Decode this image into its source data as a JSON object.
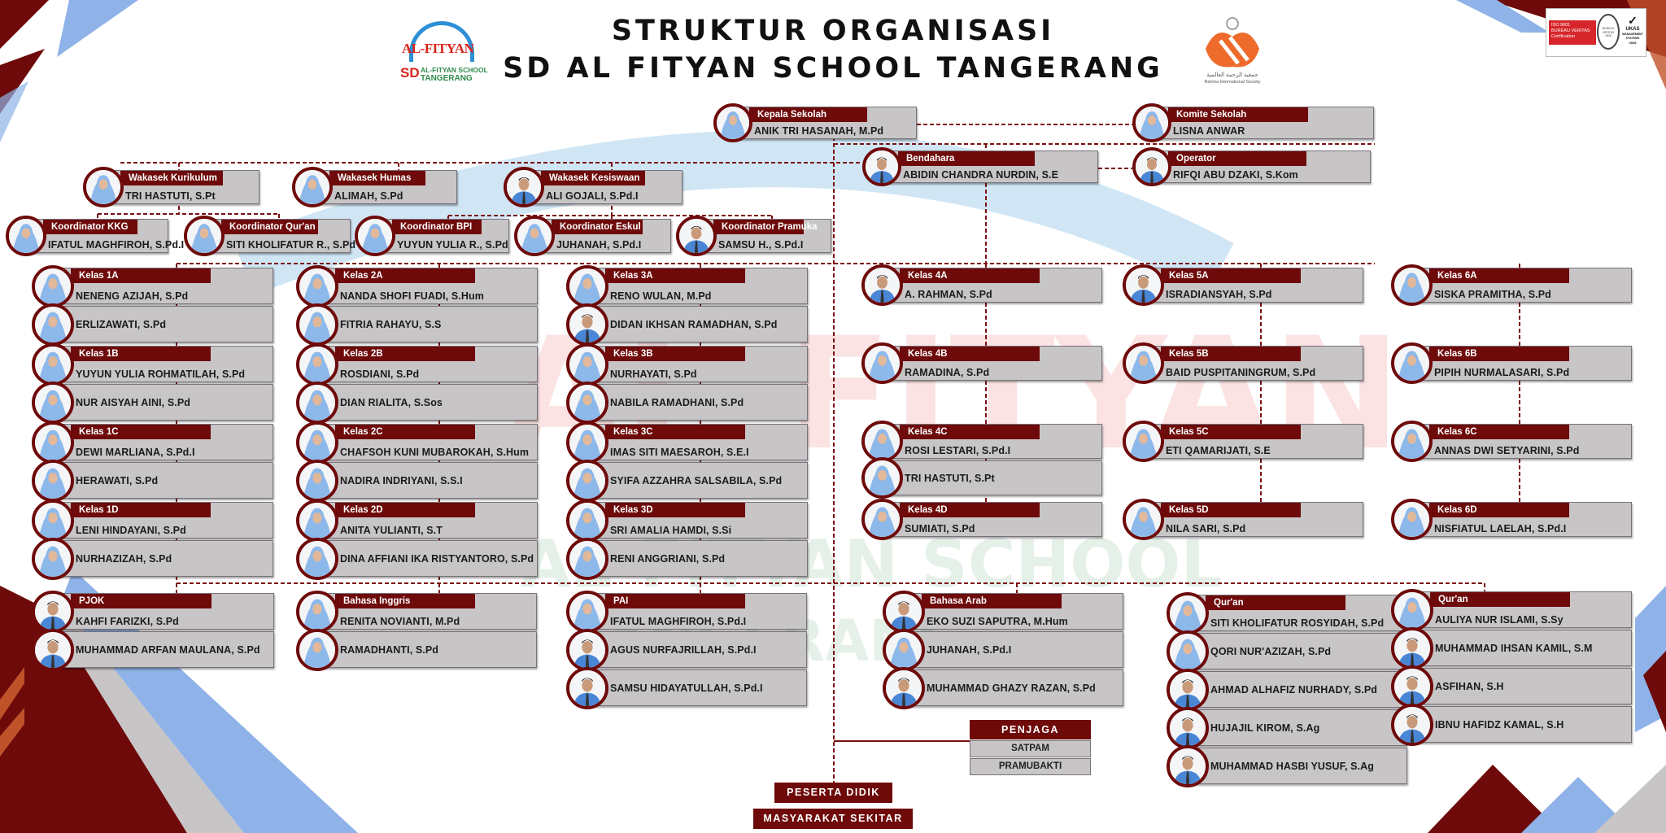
{
  "header": {
    "title_line1": "STRUKTUR ORGANISASI",
    "title_line2": "SD AL FITYAN SCHOOL TANGERANG",
    "logo_left": {
      "name": "AL-FITYAN",
      "sd": "SD",
      "school": "AL-FITYAN SCHOOL",
      "city": "TANGERANG"
    },
    "logo_right": {
      "arabic": "جمعية الرحمة العالمية",
      "latin": "Rahma International Society"
    },
    "iso_badge": {
      "line1": "ISO 9001",
      "line2": "BUREAU VERITAS",
      "line3": "Certification",
      "seal": "BUREAU VERITAS 1828",
      "ukas": "UKAS",
      "ukas_sub": "MANAGEMENT SYSTEMS",
      "code": "0008"
    }
  },
  "watermark": {
    "line1": "AL-FITYAN",
    "line2": "AL-FITYAN SCHOOL",
    "line3": "TANGERANG"
  },
  "groups": [
    {
      "role": "Kepala Sekolah",
      "members": [
        {
          "name": "ANIK TRI HASANAH, M.Pd",
          "g": "f"
        }
      ]
    },
    {
      "role": "Komite Sekolah",
      "members": [
        {
          "name": "LISNA ANWAR",
          "g": "f"
        }
      ]
    },
    {
      "role": "Bendahara",
      "members": [
        {
          "name": "ABIDIN CHANDRA NURDIN, S.E",
          "g": "m"
        }
      ]
    },
    {
      "role": "Operator",
      "members": [
        {
          "name": "RIFQI ABU DZAKI, S.Kom",
          "g": "m"
        }
      ]
    },
    {
      "role": "Wakasek Kurikulum",
      "members": [
        {
          "name": "TRI HASTUTI, S.Pt",
          "g": "f"
        }
      ]
    },
    {
      "role": "Wakasek Humas",
      "members": [
        {
          "name": "ALIMAH, S.Pd",
          "g": "f"
        }
      ]
    },
    {
      "role": "Wakasek Kesiswaan",
      "members": [
        {
          "name": "ALI GOJALI, S.Pd.I",
          "g": "m"
        }
      ]
    },
    {
      "role": "Koordinator KKG",
      "members": [
        {
          "name": "IFATUL MAGHFIROH, S.Pd.I",
          "g": "f"
        }
      ]
    },
    {
      "role": "Koordinator Qur'an",
      "members": [
        {
          "name": "SITI KHOLIFATUR R., S.Pd",
          "g": "f"
        }
      ]
    },
    {
      "role": "Koordinator BPI",
      "members": [
        {
          "name": "YUYUN YULIA R., S.Pd",
          "g": "f"
        }
      ]
    },
    {
      "role": "Koordinator Eskul",
      "members": [
        {
          "name": "JUHANAH, S.Pd.I",
          "g": "f"
        }
      ]
    },
    {
      "role": "Koordinator Pramuka",
      "members": [
        {
          "name": "SAMSU H., S.Pd.I",
          "g": "m"
        }
      ]
    },
    {
      "role": "Kelas 1A",
      "members": [
        {
          "name": "NENENG AZIJAH, S.Pd",
          "g": "f"
        },
        {
          "name": "ERLIZAWATI, S.Pd",
          "g": "f"
        }
      ]
    },
    {
      "role": "Kelas 1B",
      "members": [
        {
          "name": "YUYUN YULIA ROHMATILAH, S.Pd",
          "g": "f"
        },
        {
          "name": "NUR AISYAH AINI, S.Pd",
          "g": "f"
        }
      ]
    },
    {
      "role": "Kelas 1C",
      "members": [
        {
          "name": "DEWI MARLIANA, S.Pd.I",
          "g": "f"
        },
        {
          "name": "HERAWATI, S.Pd",
          "g": "f"
        }
      ]
    },
    {
      "role": "Kelas 1D",
      "members": [
        {
          "name": "LENI HINDAYANI, S.Pd",
          "g": "f"
        },
        {
          "name": "NURHAZIZAH, S.Pd",
          "g": "f"
        }
      ]
    },
    {
      "role": "Kelas 2A",
      "members": [
        {
          "name": "NANDA SHOFI FUADI, S.Hum",
          "g": "f"
        },
        {
          "name": "FITRIA RAHAYU, S.S",
          "g": "f"
        }
      ]
    },
    {
      "role": "Kelas 2B",
      "members": [
        {
          "name": "ROSDIANI, S.Pd",
          "g": "f"
        },
        {
          "name": "DIAN RIALITA, S.Sos",
          "g": "f"
        }
      ]
    },
    {
      "role": "Kelas 2C",
      "members": [
        {
          "name": "CHAFSOH KUNI MUBAROKAH, S.Hum",
          "g": "f"
        },
        {
          "name": "NADIRA INDRIYANI, S.S.I",
          "g": "f"
        }
      ]
    },
    {
      "role": "Kelas 2D",
      "members": [
        {
          "name": "ANITA YULIANTI, S.T",
          "g": "f"
        },
        {
          "name": "DINA AFFIANI IKA RISTYANTORO, S.Pd",
          "g": "f"
        }
      ]
    },
    {
      "role": "Kelas 3A",
      "members": [
        {
          "name": "RENO WULAN, M.Pd",
          "g": "f"
        },
        {
          "name": "DIDAN IKHSAN RAMADHAN, S.Pd",
          "g": "m"
        }
      ]
    },
    {
      "role": "Kelas 3B",
      "members": [
        {
          "name": "NURHAYATI, S.Pd",
          "g": "f"
        },
        {
          "name": "NABILA RAMADHANI, S.Pd",
          "g": "f"
        }
      ]
    },
    {
      "role": "Kelas 3C",
      "members": [
        {
          "name": "IMAS SITI MAESAROH, S.E.I",
          "g": "f"
        },
        {
          "name": "SYIFA AZZAHRA SALSABILA, S.Pd",
          "g": "f"
        }
      ]
    },
    {
      "role": "Kelas 3D",
      "members": [
        {
          "name": "SRI AMALIA HAMDI, S.Si",
          "g": "f"
        },
        {
          "name": "RENI ANGGRIANI, S.Pd",
          "g": "f"
        }
      ]
    },
    {
      "role": "Kelas 4A",
      "members": [
        {
          "name": "A. RAHMAN, S.Pd",
          "g": "m"
        }
      ]
    },
    {
      "role": "Kelas 4B",
      "members": [
        {
          "name": "RAMADINA, S.Pd",
          "g": "f"
        }
      ]
    },
    {
      "role": "Kelas 4C",
      "members": [
        {
          "name": "ROSI LESTARI, S.Pd.I",
          "g": "f"
        },
        {
          "name": "TRI HASTUTI, S.Pt",
          "g": "f"
        }
      ]
    },
    {
      "role": "Kelas 4D",
      "members": [
        {
          "name": "SUMIATI, S.Pd",
          "g": "f"
        }
      ]
    },
    {
      "role": "Kelas 5A",
      "members": [
        {
          "name": "ISRADIANSYAH, S.Pd",
          "g": "m"
        }
      ]
    },
    {
      "role": "Kelas 5B",
      "members": [
        {
          "name": "BAID PUSPITANINGRUM, S.Pd",
          "g": "f"
        }
      ]
    },
    {
      "role": "Kelas 5C",
      "members": [
        {
          "name": "ETI QAMARIJATI, S.E",
          "g": "f"
        }
      ]
    },
    {
      "role": "Kelas 5D",
      "members": [
        {
          "name": "NILA SARI, S.Pd",
          "g": "f"
        }
      ]
    },
    {
      "role": "Kelas 6A",
      "members": [
        {
          "name": "SISKA PRAMITHA, S.Pd",
          "g": "f"
        }
      ]
    },
    {
      "role": "Kelas 6B",
      "members": [
        {
          "name": "PIPIH NURMALASARI, S.Pd",
          "g": "f"
        }
      ]
    },
    {
      "role": "Kelas 6C",
      "members": [
        {
          "name": "ANNAS DWI SETYARINI, S.Pd",
          "g": "f"
        }
      ]
    },
    {
      "role": "Kelas 6D",
      "members": [
        {
          "name": "NISFIATUL LAELAH, S.Pd.I",
          "g": "f"
        }
      ]
    },
    {
      "role": "PJOK",
      "members": [
        {
          "name": "KAHFI FARIZKI, S.Pd",
          "g": "m"
        },
        {
          "name": "MUHAMMAD ARFAN MAULANA, S.Pd",
          "g": "m"
        }
      ]
    },
    {
      "role": "Bahasa Inggris",
      "members": [
        {
          "name": "RENITA NOVIANTI, M.Pd",
          "g": "f"
        },
        {
          "name": "RAMADHANTI, S.Pd",
          "g": "f"
        }
      ]
    },
    {
      "role": "PAI",
      "members": [
        {
          "name": "IFATUL MAGHFIROH, S.Pd.I",
          "g": "f"
        },
        {
          "name": "AGUS NURFAJRILLAH, S.Pd.I",
          "g": "m"
        },
        {
          "name": "SAMSU HIDAYATULLAH, S.Pd.I",
          "g": "m"
        }
      ]
    },
    {
      "role": "Bahasa Arab",
      "members": [
        {
          "name": "EKO SUZI SAPUTRA, M.Hum",
          "g": "m"
        },
        {
          "name": "JUHANAH, S.Pd.I",
          "g": "f"
        },
        {
          "name": "MUHAMMAD GHAZY RAZAN, S.Pd",
          "g": "m"
        }
      ]
    },
    {
      "role": "Qur'an",
      "members": [
        {
          "name": "SITI KHOLIFATUR ROSYIDAH, S.Pd",
          "g": "f"
        },
        {
          "name": "QORI NUR'AZIZAH, S.Pd",
          "g": "f"
        },
        {
          "name": "AHMAD ALHAFIZ NURHADY, S.Pd",
          "g": "m"
        },
        {
          "name": "HUJAJIL KIROM, S.Ag",
          "g": "m"
        },
        {
          "name": "MUHAMMAD HASBI YUSUF, S.Ag",
          "g": "m"
        }
      ]
    },
    {
      "role": "Qur'an",
      "members": [
        {
          "name": "AULIYA NUR ISLAMI, S.Sy",
          "g": "f"
        },
        {
          "name": "MUHAMMAD IHSAN KAMIL, S.M",
          "g": "m"
        },
        {
          "name": "ASFIHAN, S.H",
          "g": "m"
        },
        {
          "name": "IBNU HAFIDZ KAMAL, S.H",
          "g": "m"
        }
      ]
    }
  ],
  "penjaga": {
    "title": "PENJAGA",
    "items": [
      "SATPAM",
      "PRAMUBAKTI"
    ]
  },
  "footer": {
    "peserta_didik": "PESERTA DIDIK",
    "masyarakat": "MASYARAKAT SEKITAR"
  },
  "colors": {
    "maroon": "#6e0a0a",
    "card": "#c8c5c7",
    "blue": "#8fb3e8",
    "hijab": "#8db8ea",
    "shirt": "#4a86d6"
  }
}
